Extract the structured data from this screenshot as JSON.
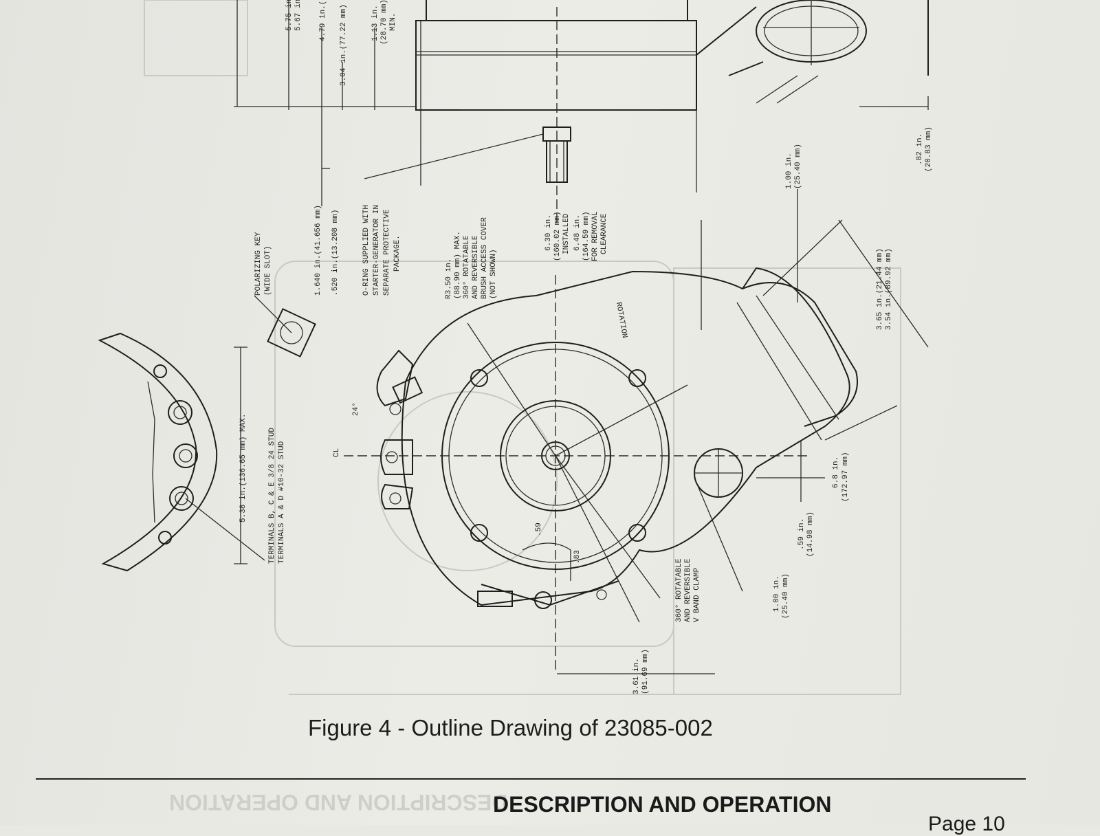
{
  "figure": {
    "caption": "Figure 4 - Outline Drawing of 23085-002"
  },
  "footer": {
    "section_title": "DESCRIPTION AND OPERATION",
    "page_label": "Page 10"
  },
  "annotations": {
    "terminals": "TERMINALS B, C & E 3/8 24 STUD",
    "terminals_ad": "TERMINALS A & D #10-32 STUD",
    "terminal_width": "5.38 in.(136.65 mm) MAX.",
    "polarizing_key": "POLARIZING KEY",
    "wide_slot": "(WIDE SLOT)",
    "dim_1640": "1.640 in.(41.656 mm)",
    "dim_520": ".520 in.(13.208 mm)",
    "oring_1": "O-RING SUPPLIED WITH",
    "oring_2": "STARTER-GENERATOR IN",
    "oring_3": "SEPARATE PROTECTIVE",
    "oring_4": "PACKAGE.",
    "radius_1": "R3.50 in.",
    "radius_2": "(88.90 mm) MAX.",
    "radius_3": "360° ROTATABLE",
    "radius_4": "AND REVERSIBLE",
    "radius_5": "BRUSH ACCESS COVER",
    "radius_6": "(NOT SHOWN)",
    "dim_630_1": "6.30 in.",
    "dim_630_2": "(160.02 mm)",
    "dim_630_3": "INSTALLED",
    "dim_648_1": "6.48 in.",
    "dim_648_2": "(164.59 mm)",
    "dim_648_3": "FOR REMOVAL",
    "dim_648_4": "CLEARANCE",
    "rotation": "ROTATION",
    "dim_100_1": "1.00 in.",
    "dim_100_2": "(25.40 mm)",
    "dim_82_1": ".82 in.",
    "dim_82_2": "(20.83 mm)",
    "dim_365_1": "3.65 in.(21.44 mm)",
    "dim_365_2": "3.54 in.(89.92 mm)",
    "dim_68_1": "6.8 in.",
    "dim_68_2": "(172.97 mm)",
    "dim_59_1": ".59 in.",
    "dim_59_2": "(14.98 mm)",
    "dim_100b_1": "1.00 in.",
    "dim_100b_2": "(25.40 mm)",
    "clamp_1": "360° ROTATABLE",
    "clamp_2": "AND REVERSIBLE",
    "clamp_3": "V BAND CLAMP",
    "dim_361_1": "3.61 in.",
    "dim_361_2": "(91.69 mm)",
    "dim_59": ".59",
    "dim_83": ".83",
    "angle_24": "24°",
    "centerline": "CL",
    "top_1": "5.75 in.",
    "top_2": "5.67 in.",
    "top_3": "4.79 in.(",
    "top_4": "3.04 in.(77.22 mm)",
    "top_5": "1.13 in.",
    "top_6": "(28.70 mm)",
    "top_7": "MIN."
  }
}
